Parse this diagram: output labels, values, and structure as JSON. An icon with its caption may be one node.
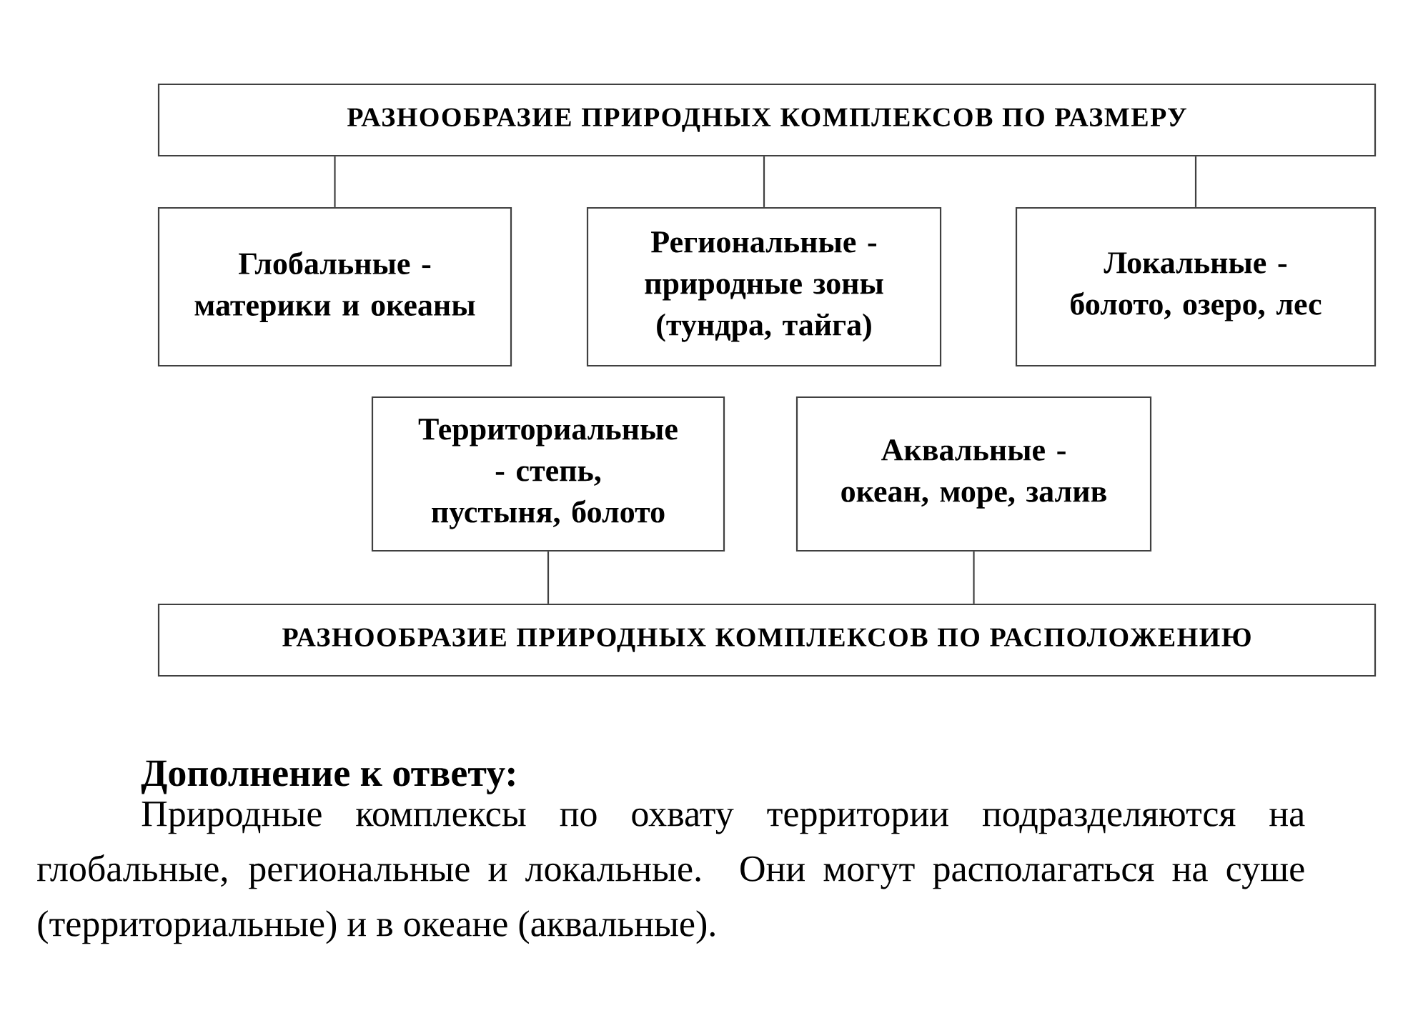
{
  "diagram": {
    "nodes": [
      {
        "text": [
          "РАЗНООБРАЗИЕ ПРИРОДНЫХ КОМПЛЕКСОВ ПО РАЗМЕРУ"
        ]
      },
      {
        "text": [
          "Глобальные - материки и океаны"
        ]
      },
      {
        "text": [
          "Региональные - природные зоны (тундра, тайга)"
        ]
      },
      {
        "text": [
          "Локальные - болото, озеро, лес"
        ]
      },
      {
        "text": [
          "Территориальные - степь, пустыня, болото"
        ]
      },
      {
        "text": [
          "Аквальные - океан, море, залив"
        ]
      },
      {
        "text": [
          "РАЗНООБРАЗИЕ ПРИРОДНЫХ КОМПЛЕКСОВ ПО РАСПОЛОЖЕНИЮ"
        ]
      }
    ],
    "edges": [
      {
        "from": 0,
        "to": 1,
        "arrow": "none"
      },
      {
        "from": 0,
        "to": 2,
        "arrow": "none"
      },
      {
        "from": 0,
        "to": 3,
        "arrow": "none"
      },
      {
        "from": 4,
        "to": 6,
        "arrow": "none"
      },
      {
        "from": 5,
        "to": 6,
        "arrow": "none"
      }
    ],
    "labels": [
      "Дополнение к ответу:",
      "Природные комплексы по охвату территории подразделяются на глобальные, региональные и локальные. Они могут располагаться на суше (территориальные) и в океане (аквальные)."
    ]
  }
}
